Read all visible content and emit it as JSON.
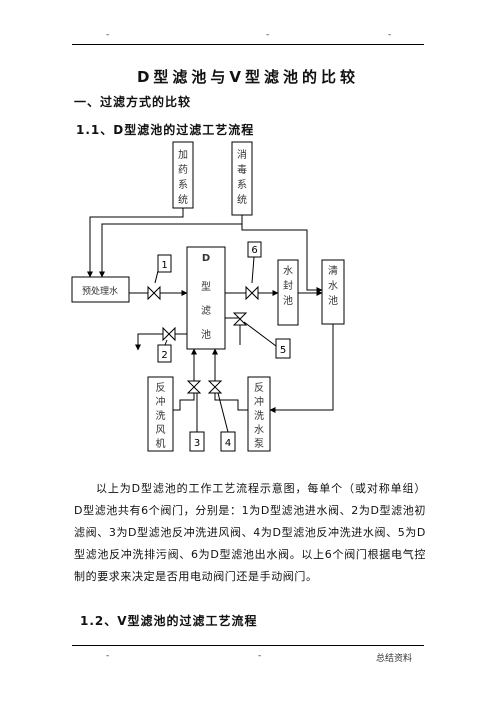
{
  "header": {
    "dot_left": "-",
    "dot_mid": "-",
    "dot_right": "-"
  },
  "doc": {
    "title": "D型滤池与V型滤池的比较",
    "section1": "一、过滤方式的比较",
    "section1_1": "1.1、D型滤池的过滤工艺流程",
    "paragraph": "以上为D型滤池的工作工艺流程示意图，每单个（或对称单组）D型滤池共有6个阀门，分别是：1为D型滤池进水阀、2为D型滤池初滤阀、3为D型滤池反冲洗进风阀、4为D型滤池反冲洗进水阀、5为D型滤池反冲洗排污阀、6为D型滤池出水阀。以上6个阀门根据电气控制的要求来决定是否用电动阀门还是手动阀门。",
    "section1_2": "1.2、V型滤池的过滤工艺流程"
  },
  "diagram": {
    "dosing": [
      "加",
      "药",
      "系",
      "统"
    ],
    "disinfect": [
      "消",
      "毒",
      "系",
      "统"
    ],
    "pretreat": "预处理水",
    "dfilter": [
      "D",
      "型",
      "滤",
      "池"
    ],
    "seal": [
      "水",
      "封",
      "池"
    ],
    "clear": [
      "清",
      "水",
      "池"
    ],
    "blower": [
      "反",
      "冲",
      "洗",
      "风",
      "机"
    ],
    "pump": [
      "反",
      "冲",
      "洗",
      "水",
      "泵"
    ],
    "valve_labels": {
      "v1": "1",
      "v2": "2",
      "v3": "3",
      "v4": "4",
      "v5": "5",
      "v6": "6"
    }
  },
  "footer": {
    "dot_left": "-",
    "dot_mid": "-",
    "label": "总结资料"
  }
}
